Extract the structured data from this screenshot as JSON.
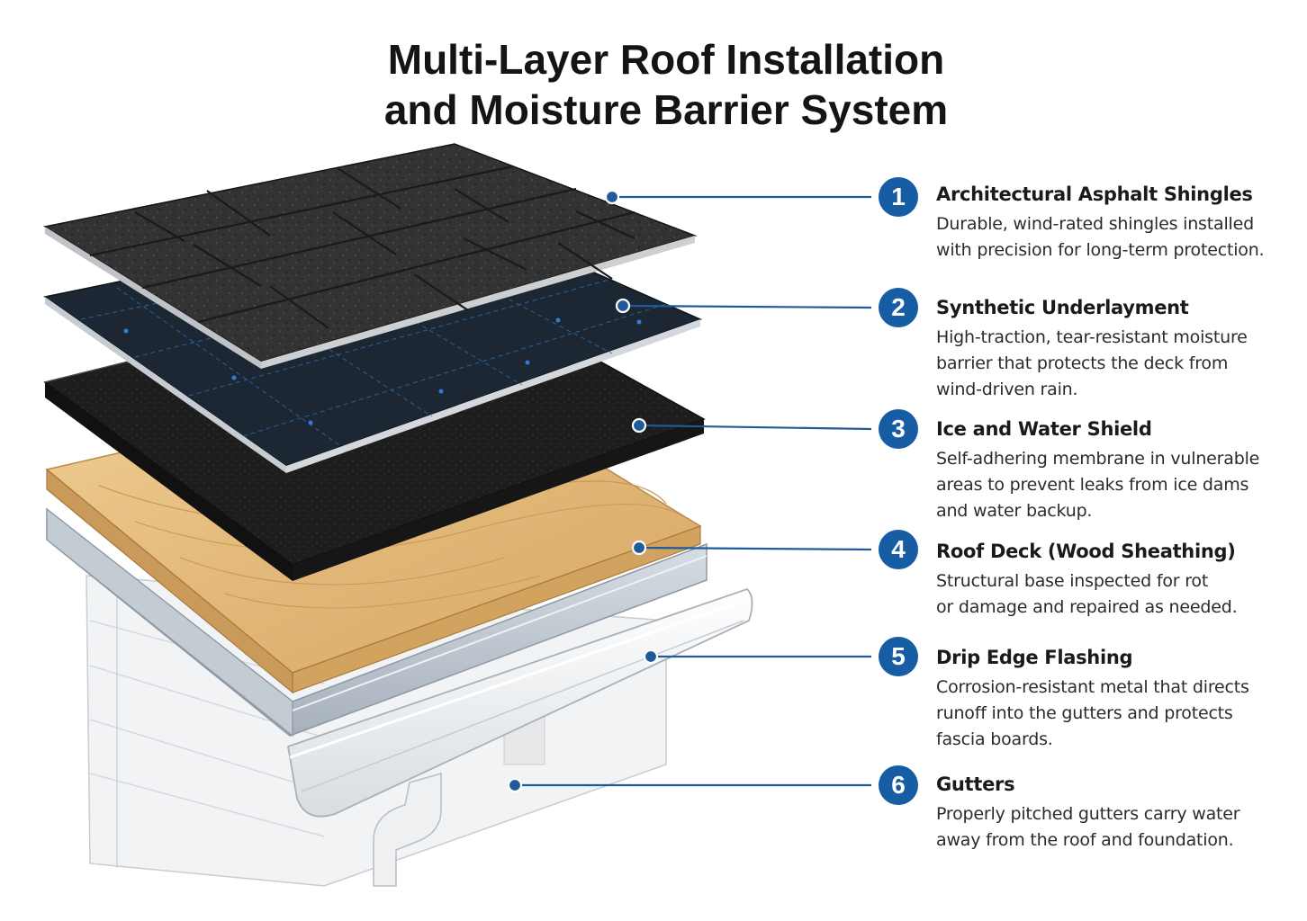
{
  "title": {
    "line1": "Multi-Layer Roof Installation",
    "line2": "and Moisture Barrier System"
  },
  "colors": {
    "accent": "#175da4",
    "shingle": "#2f2f2f",
    "underlayment": "#1c2733",
    "ice_shield": "#1a1a1a",
    "wood_deck": "#e0b778",
    "flashing": "#b9c2cc",
    "gutter": "#e9ecef"
  },
  "layers": [
    {
      "number": "1",
      "title": "Architectural Asphalt Shingles",
      "description": [
        "Durable, wind-rated shingles installed",
        "with precision for long-term protection."
      ]
    },
    {
      "number": "2",
      "title": "Synthetic Underlayment",
      "description": [
        "High-traction, tear-resistant moisture",
        "barrier that protects the deck from",
        "wind-driven rain."
      ]
    },
    {
      "number": "3",
      "title": "Ice and Water Shield",
      "description": [
        "Self-adhering membrane in vulnerable",
        "areas to prevent leaks from ice dams",
        "and water backup."
      ]
    },
    {
      "number": "4",
      "title": "Roof Deck (Wood Sheathing)",
      "description": [
        "Structural base inspected for rot",
        "or damage and repaired as needed."
      ]
    },
    {
      "number": "5",
      "title": "Drip Edge Flashing",
      "description": [
        "Corrosion-resistant metal that directs",
        "runoff into the gutters and protects",
        "fascia boards."
      ]
    },
    {
      "number": "6",
      "title": "Gutters",
      "description": [
        "Properly pitched gutters carry water",
        "away from the roof and foundation."
      ]
    }
  ]
}
